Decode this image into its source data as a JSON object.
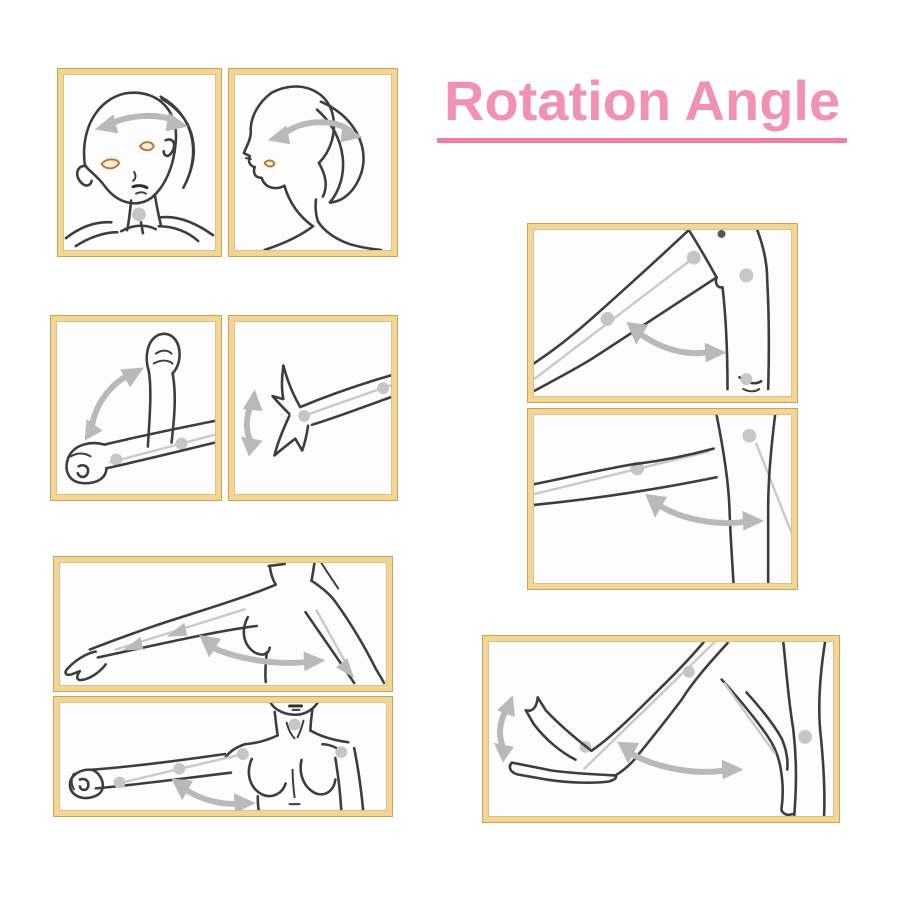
{
  "title": {
    "text": "Rotation Angle"
  },
  "colors": {
    "background": "#ffffff",
    "paper": "#fdfdfd",
    "title_pink": "#f192b3",
    "underline_pink": "#ee7fa6",
    "frame_gold": "#f2d695",
    "frame_edge": "#cda254",
    "frame_inner_edge": "#dfc084",
    "line_dark": "#3d3d3d",
    "arrow_gray": "#b9b9b9",
    "guide_gray": "#c9c9c9",
    "dot_gray": "#c6c6c6",
    "eye_tan_stroke": "#b5793a",
    "eye_tan_fill": "#fbf0d7"
  },
  "panels": [
    {
      "name": "head-front",
      "subject": "head rotation, front view"
    },
    {
      "name": "head-side",
      "subject": "head rotation, side view"
    },
    {
      "name": "forearm-raise",
      "subject": "elbow bend rotation"
    },
    {
      "name": "wrist-flex",
      "subject": "wrist flex rotation"
    },
    {
      "name": "knee-bend",
      "subject": "knee bend rotation"
    },
    {
      "name": "hip-leg-raise",
      "subject": "hip rotation, leg raised"
    },
    {
      "name": "arm-swing-back",
      "subject": "arm swing, back view"
    },
    {
      "name": "arm-swing-front",
      "subject": "arm swing, front view"
    },
    {
      "name": "ankle-foot",
      "subject": "ankle and knee rotation"
    }
  ]
}
